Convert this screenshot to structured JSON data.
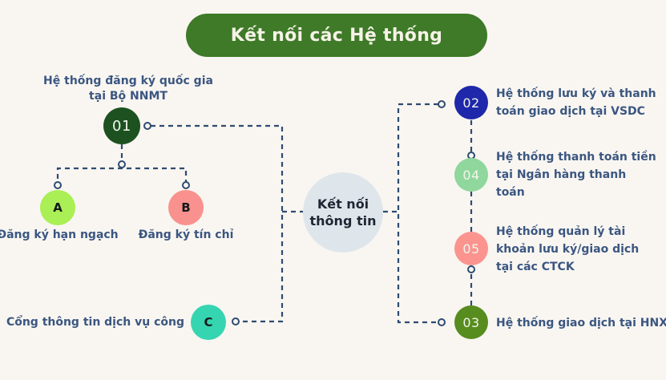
{
  "title_bar": {
    "label": "Kết nối các Hệ thống",
    "bg": "#3e7a28",
    "text_color": "#f6f2e7"
  },
  "center_node": {
    "line1": "Kết nối",
    "line2": "thông tin",
    "bg": "#dfe6eb"
  },
  "left_group": {
    "root": {
      "num": "01",
      "color": "#1d5220",
      "label_line1": "Hệ thống đăng ký quốc gia",
      "label_line2": "tại Bộ NNMT"
    },
    "node_a": {
      "letter": "A",
      "color": "#a9ef55",
      "label": "Đăng ký hạn ngạch"
    },
    "node_b": {
      "letter": "B",
      "color": "#f9928e",
      "label": "Đăng ký tín chỉ"
    },
    "node_c": {
      "letter": "C",
      "color": "#36d5b1",
      "label": "Cổng thông tin dịch vụ công"
    }
  },
  "right_group": {
    "node_02": {
      "num": "02",
      "color": "#1f27aa",
      "label": "Hệ thống lưu ký và thanh toán giao dịch tại VSDC"
    },
    "node_04": {
      "num": "04",
      "color": "#8fd79c",
      "label": "Hệ thống thanh toán tiền tại Ngân hàng thanh toán"
    },
    "node_05": {
      "num": "05",
      "color": "#fb948f",
      "label": "Hệ thống quản lý tài khoản lưu ký/giao dịch tại các CTCK"
    },
    "node_03": {
      "num": "03",
      "color": "#578c1e",
      "label": "Hệ thống giao dịch tại HNX"
    }
  },
  "style": {
    "background_color": "#f9f6f1",
    "connector_color": "#2e4b72",
    "label_text_color": "#3b5681"
  }
}
